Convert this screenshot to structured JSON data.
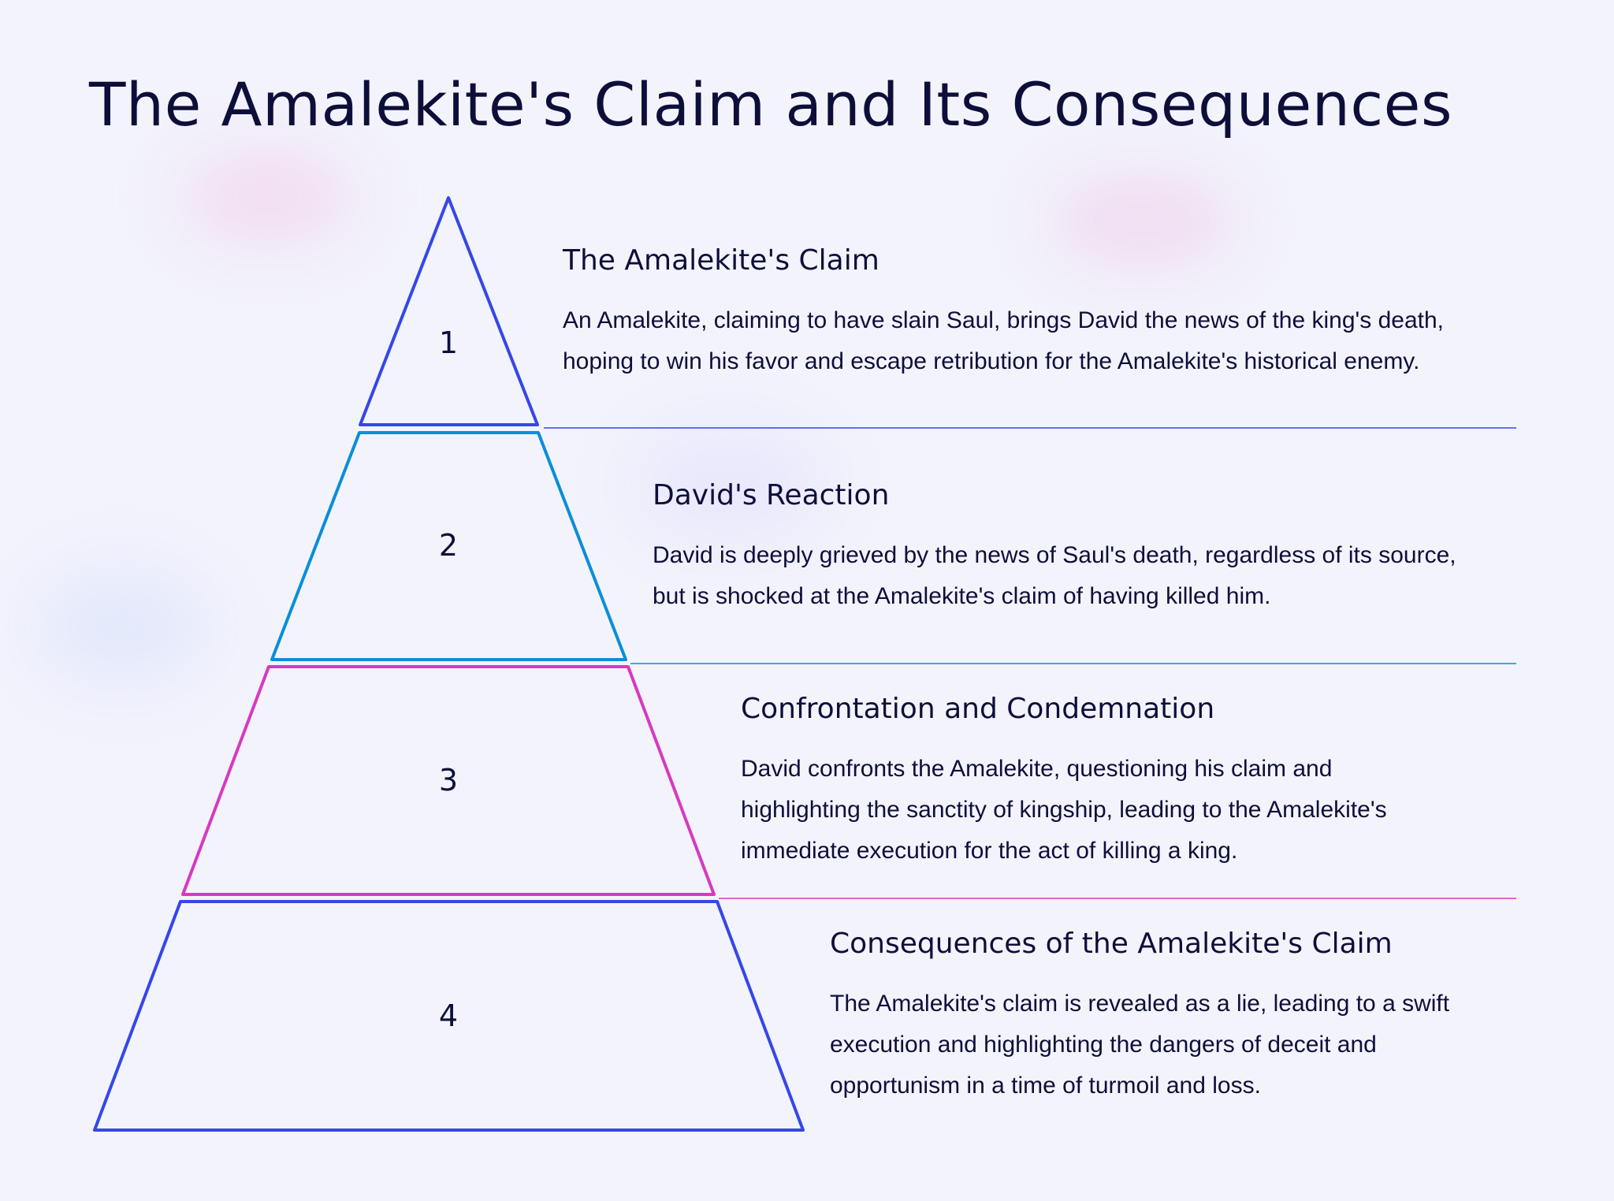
{
  "title": "The Amalekite's Claim and Its Consequences",
  "colors": {
    "level1": "#3547e8",
    "level2": "#0b8ed8",
    "level3": "#d63ac0",
    "level4": "#3547e8"
  },
  "levels": [
    {
      "number": "1",
      "heading": "The Amalekite's Claim",
      "lines": [
        "An Amalekite, claiming to have slain Saul, brings David the news of the king's death,",
        "hoping to win his favor and escape retribution for the Amalekite's historical enemy."
      ]
    },
    {
      "number": "2",
      "heading": "David's Reaction",
      "lines": [
        "David is deeply grieved by the news of Saul's death, regardless of its source,",
        "but is shocked at the Amalekite's claim of having killed him."
      ]
    },
    {
      "number": "3",
      "heading": "Confrontation and Condemnation",
      "lines": [
        "David confronts the Amalekite, questioning his claim and",
        "highlighting the sanctity of kingship, leading to the Amalekite's",
        "immediate execution for the act of killing a king."
      ]
    },
    {
      "number": "4",
      "heading": "Consequences of the Amalekite's Claim",
      "lines": [
        "The Amalekite's claim is revealed as a lie, leading to a swift",
        "execution and highlighting the dangers of deceit and",
        "opportunism in a time of turmoil and loss."
      ]
    }
  ]
}
